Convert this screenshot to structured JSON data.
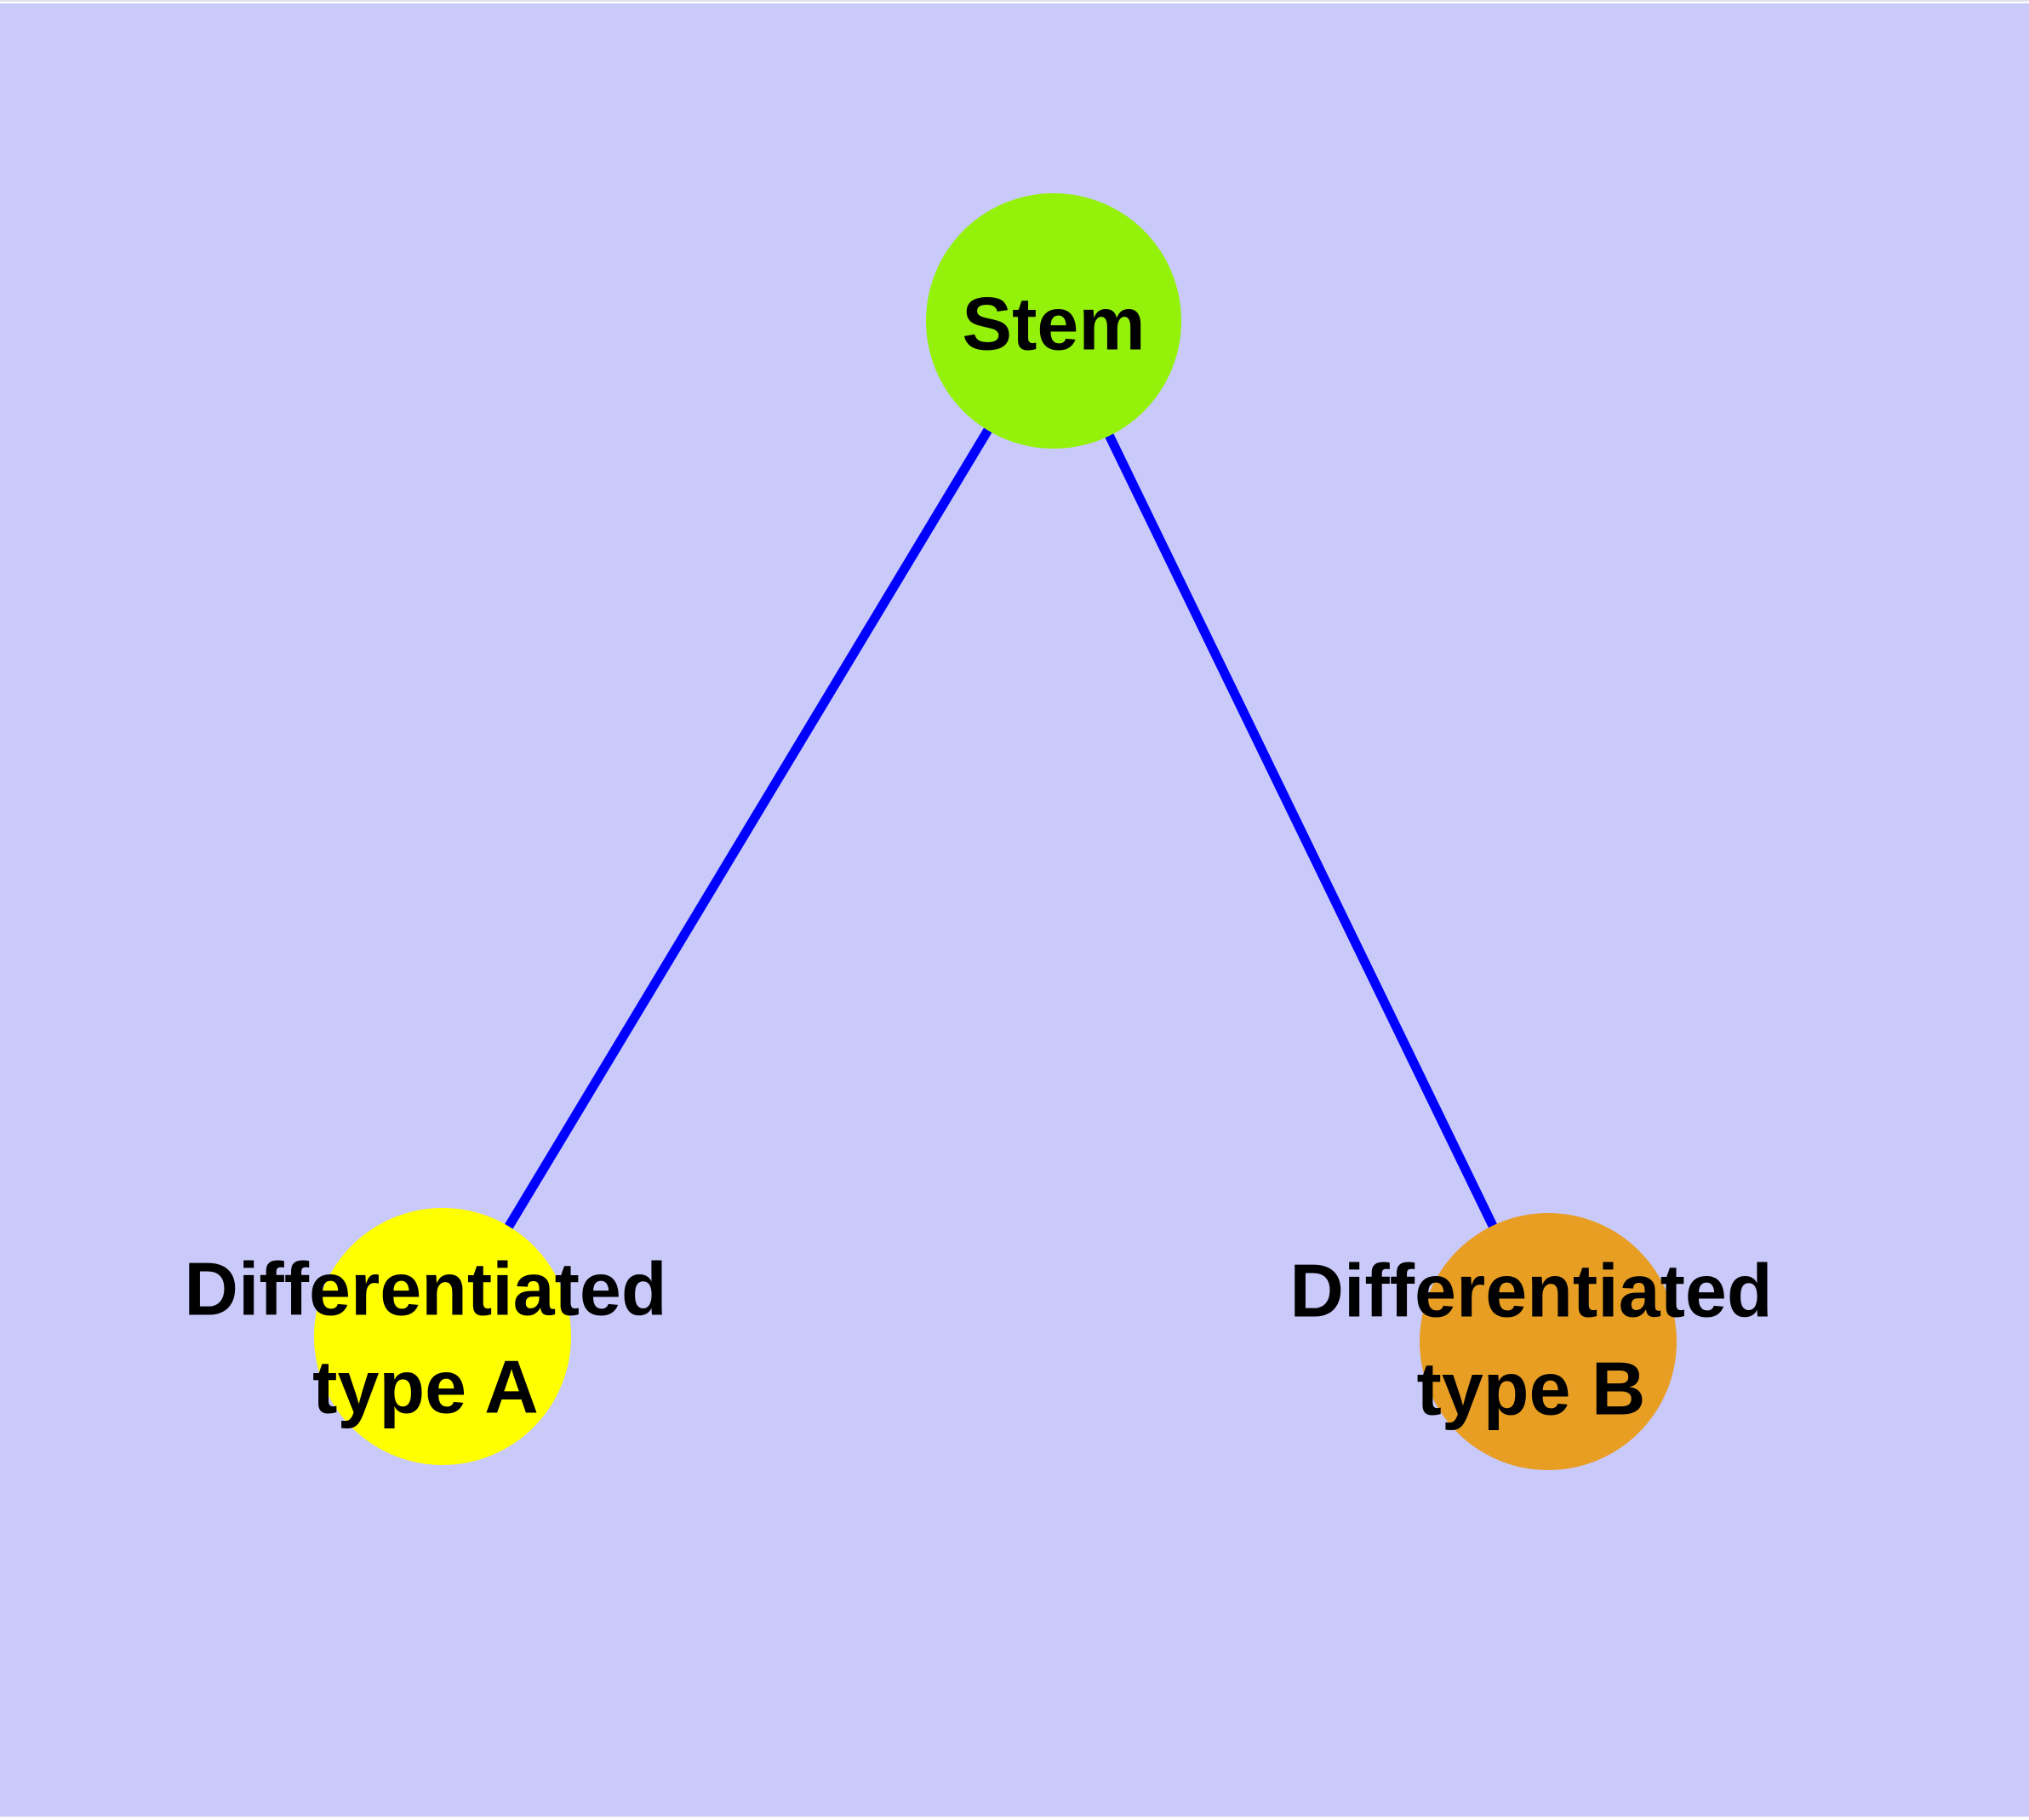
{
  "diagram": {
    "background_color": "#C9C9FA",
    "frame_color": "#FFFFFF",
    "edge_color": "#0000FF",
    "node_border_color": "#7F7F7F",
    "label_color": "#000000",
    "nodes": [
      {
        "id": "stem",
        "lines": [
          "Stem"
        ],
        "fill": "#94F20A"
      },
      {
        "id": "differentiated-type-a",
        "lines": [
          "Differentiated",
          "type A"
        ],
        "fill": "#FFFF00"
      },
      {
        "id": "differentiated-type-b",
        "lines": [
          "Differentiated",
          "type B"
        ],
        "fill": "#E89E23"
      }
    ],
    "edges": [
      {
        "from": "stem",
        "to": "differentiated-type-a"
      },
      {
        "from": "stem",
        "to": "differentiated-type-b"
      }
    ]
  }
}
